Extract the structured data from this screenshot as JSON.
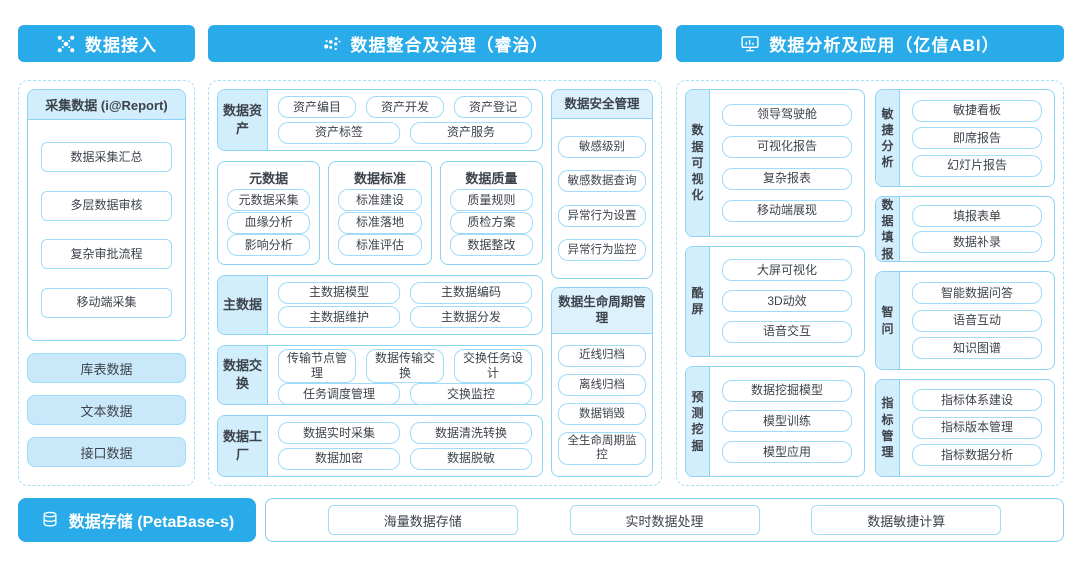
{
  "headers": {
    "access": "数据接入",
    "governance": "数据整合及治理（睿治）",
    "analysis": "数据分析及应用（亿信ABI）"
  },
  "left": {
    "card_title": "采集数据 (i@Report)",
    "card_items": [
      "数据采集汇总",
      "多层数据审核",
      "复杂审批流程",
      "移动端采集"
    ],
    "sources": [
      "库表数据",
      "文本数据",
      "接口数据"
    ]
  },
  "middle": {
    "asset": {
      "label": "数据资产",
      "row1": [
        "资产编目",
        "资产开发",
        "资产登记"
      ],
      "row2": [
        "资产标签",
        "资产服务"
      ]
    },
    "meta": {
      "title": "元数据",
      "items": [
        "元数据采集",
        "血缘分析",
        "影响分析"
      ]
    },
    "standard": {
      "title": "数据标准",
      "items": [
        "标准建设",
        "标准落地",
        "标准评估"
      ]
    },
    "quality": {
      "title": "数据质量",
      "items": [
        "质量规则",
        "质检方案",
        "数据整改"
      ]
    },
    "master": {
      "label": "主数据",
      "items": [
        "主数据模型",
        "主数据编码",
        "主数据维护",
        "主数据分发"
      ]
    },
    "exchange": {
      "label": "数据交换",
      "row1": [
        "传输节点管理",
        "数据传输交换",
        "交换任务设计"
      ],
      "row2": [
        "任务调度管理",
        "交换监控"
      ]
    },
    "factory": {
      "label": "数据工厂",
      "items": [
        "数据实时采集",
        "数据清洗转换",
        "数据加密",
        "数据脱敏"
      ]
    },
    "security": {
      "title": "数据安全管理",
      "items": [
        "敏感级别",
        "敏感数据查询",
        "异常行为设置",
        "异常行为监控"
      ]
    },
    "lifecycle": {
      "title": "数据生命周期管理",
      "items": [
        "近线归档",
        "离线归档",
        "数据销毁",
        "全生命周期监控"
      ]
    }
  },
  "right": {
    "visual": {
      "label": "数据可视化",
      "items": [
        "领导驾驶舱",
        "可视化报告",
        "复杂报表",
        "移动端展现"
      ]
    },
    "coolscreen": {
      "label": "酷屏",
      "items": [
        "大屏可视化",
        "3D动效",
        "语音交互"
      ]
    },
    "mining": {
      "label": "预测挖掘",
      "items": [
        "数据挖掘模型",
        "模型训练",
        "模型应用"
      ]
    },
    "agile": {
      "label": "敏捷分析",
      "items": [
        "敏捷看板",
        "即席报告",
        "幻灯片报告"
      ]
    },
    "filling": {
      "label": "数据填报",
      "items": [
        "填报表单",
        "数据补录"
      ]
    },
    "qa": {
      "label": "智问",
      "items": [
        "智能数据问答",
        "语音互动",
        "知识图谱"
      ]
    },
    "indicator": {
      "label": "指标管理",
      "items": [
        "指标体系建设",
        "指标版本管理",
        "指标数据分析"
      ]
    }
  },
  "bottom": {
    "storage": "数据存储 (PetaBase-s)",
    "items": [
      "海量数据存储",
      "实时数据处理",
      "数据敏捷计算"
    ]
  },
  "icons": {
    "header_access": "nodes-icon",
    "header_governance": "dots-cluster-icon",
    "header_analysis": "monitor-chart-icon",
    "storage": "database-icon"
  },
  "colors": {
    "primary": "#29ABE9",
    "section_border": "#8ED4F7",
    "item_border": "#9FDCF9",
    "label_fill": "#D2EDFB",
    "text": "#3D434B"
  }
}
